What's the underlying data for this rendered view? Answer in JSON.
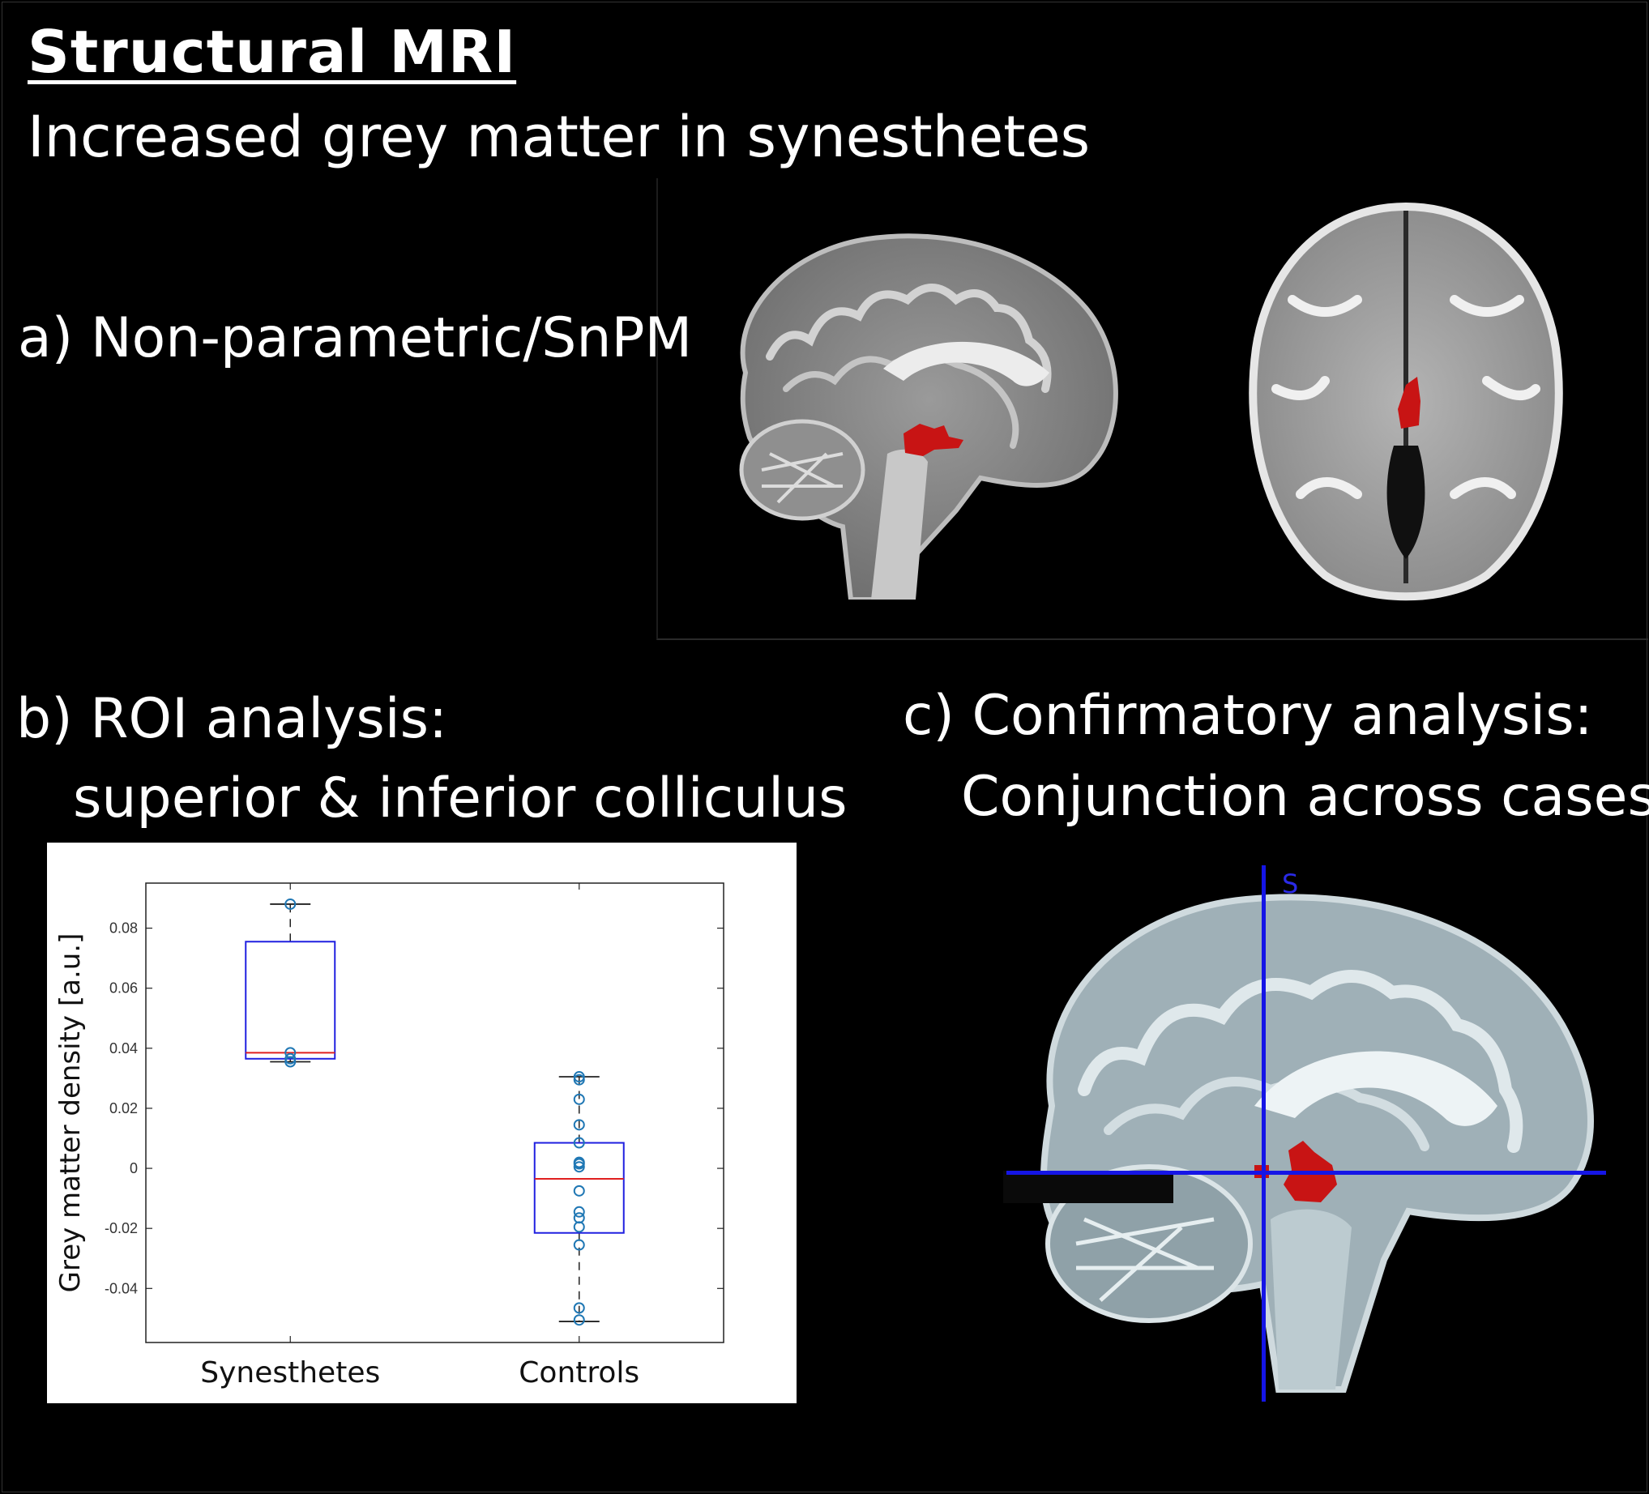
{
  "heading": {
    "title": "Structural MRI",
    "subtitle": "Increased grey matter in synesthetes"
  },
  "panels": {
    "a": {
      "label": "a) Non-parametric/SnPM"
    },
    "b": {
      "label_line1": "b) ROI analysis:",
      "label_line2": "superior & inferior colliculus"
    },
    "c": {
      "label_line1": "c) Confirmatory analysis:",
      "label_line2": "Conjunction across cases",
      "crosshair_label": "S"
    }
  },
  "colors": {
    "background": "#000000",
    "activation": "#c81414",
    "box_edge": "#2020e0",
    "median": "#e02020",
    "points": "#1f77b4",
    "crosshair": "#1515e6",
    "brain_grey": "#8c8c8c",
    "brain_blue_grey": "#b9c6cc"
  },
  "chart_data": {
    "type": "box",
    "categories": [
      "Synesthetes",
      "Controls"
    ],
    "ylabel": "Grey matter density [a.u.]",
    "ylim": [
      -0.058,
      0.095
    ],
    "yticks": [
      -0.04,
      -0.02,
      0,
      0.02,
      0.04,
      0.06,
      0.08
    ],
    "ytick_labels": [
      "-0.04",
      "-0.02",
      "0",
      "0.02",
      "0.04",
      "0.06",
      "0.08"
    ],
    "grid": false,
    "boxes": [
      {
        "name": "Synesthetes",
        "whisker_low": 0.0355,
        "q1": 0.0365,
        "median": 0.0385,
        "q3": 0.0755,
        "whisker_high": 0.088,
        "points": [
          0.088,
          0.0385,
          0.0365,
          0.0355
        ]
      },
      {
        "name": "Controls",
        "whisker_low": -0.051,
        "q1": -0.0215,
        "median": -0.0035,
        "q3": 0.0085,
        "whisker_high": 0.0305,
        "points": [
          0.0305,
          0.0295,
          0.023,
          0.0145,
          0.0085,
          0.002,
          0.0015,
          0.0005,
          -0.0075,
          -0.0145,
          -0.0165,
          -0.0195,
          -0.0255,
          -0.0465,
          -0.0505
        ]
      }
    ]
  }
}
